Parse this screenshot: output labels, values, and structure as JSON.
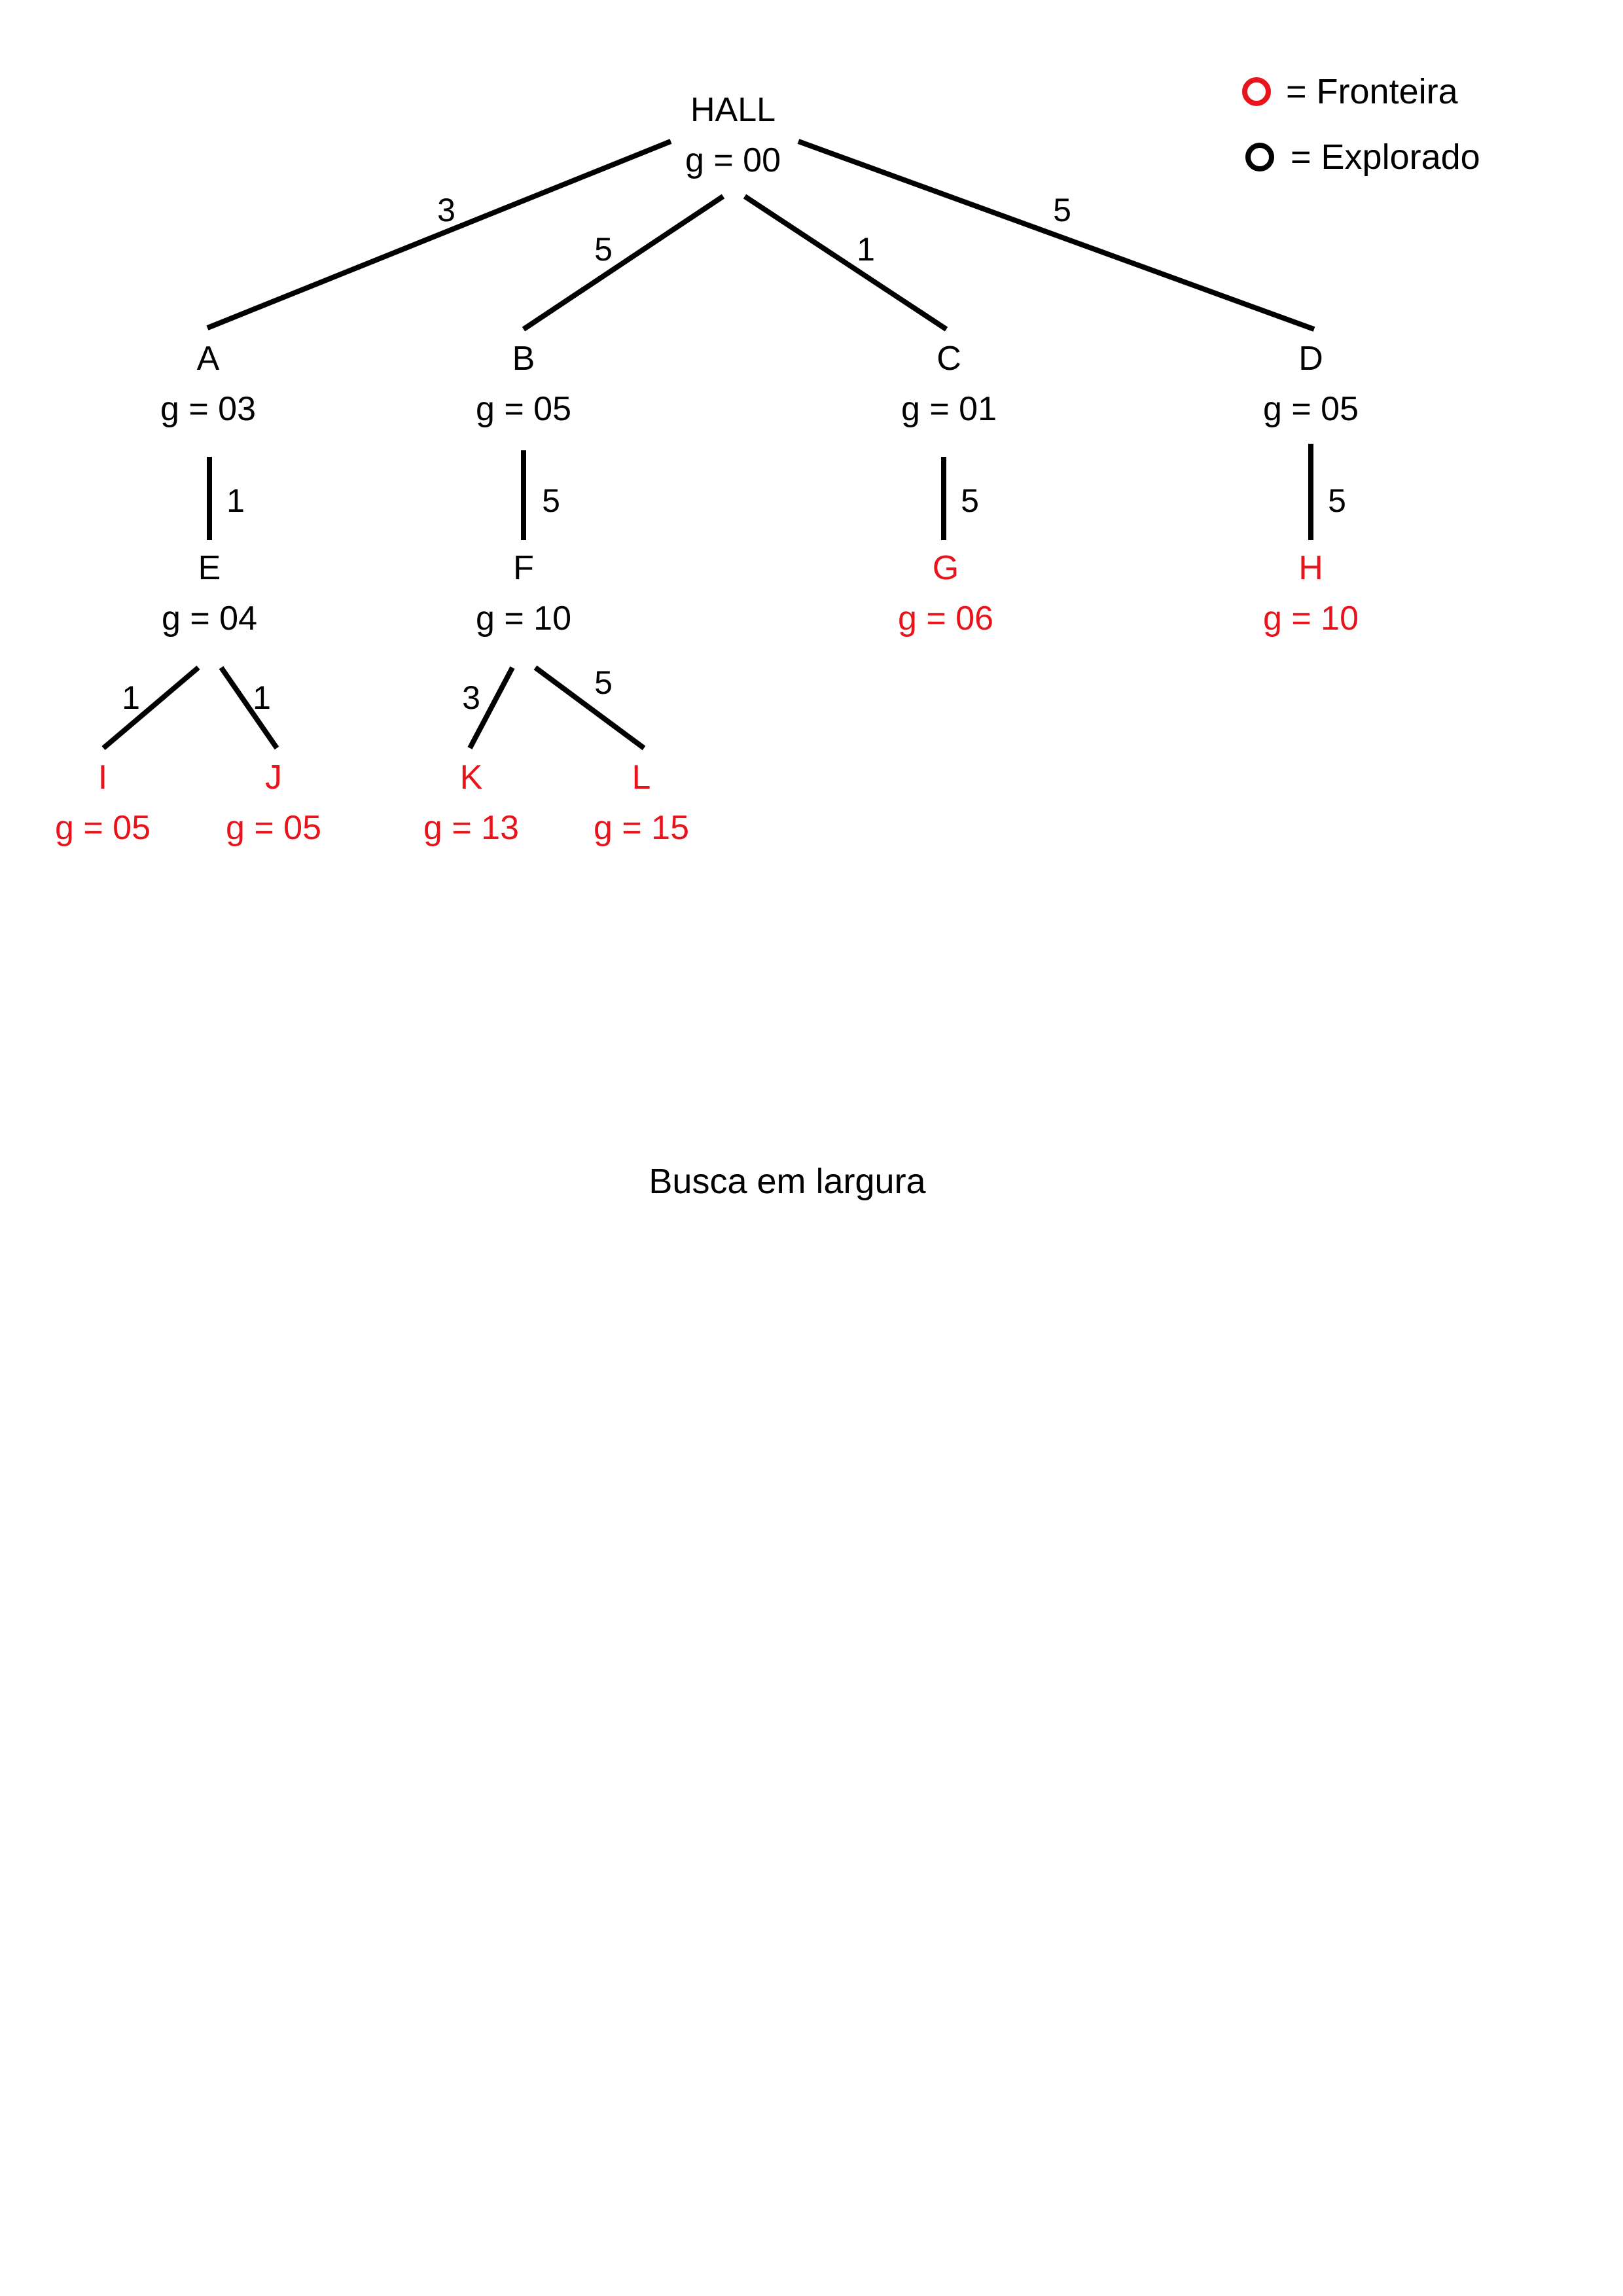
{
  "colors": {
    "frontier": "#e8141c",
    "explored": "#000000"
  },
  "legend": {
    "frontier_label": "= Fronteira",
    "explored_label": "= Explorado"
  },
  "caption": "Busca em largura",
  "nodes": [
    {
      "id": "hall",
      "name": "HALL",
      "g": "g = 00",
      "state": "explored"
    },
    {
      "id": "a",
      "name": "A",
      "g": "g = 03",
      "state": "explored"
    },
    {
      "id": "b",
      "name": "B",
      "g": "g = 05",
      "state": "explored"
    },
    {
      "id": "c",
      "name": "C",
      "g": "g = 01",
      "state": "explored"
    },
    {
      "id": "d",
      "name": "D",
      "g": "g = 05",
      "state": "explored"
    },
    {
      "id": "e",
      "name": "E",
      "g": "g = 04",
      "state": "explored"
    },
    {
      "id": "f",
      "name": "F",
      "g": "g = 10",
      "state": "explored"
    },
    {
      "id": "g",
      "name": "G",
      "g": "g = 06",
      "state": "frontier"
    },
    {
      "id": "h",
      "name": "H",
      "g": "g = 10",
      "state": "frontier"
    },
    {
      "id": "i",
      "name": "I",
      "g": "g = 05",
      "state": "frontier"
    },
    {
      "id": "j",
      "name": "J",
      "g": "g = 05",
      "state": "frontier"
    },
    {
      "id": "k",
      "name": "K",
      "g": "g = 13",
      "state": "frontier"
    },
    {
      "id": "l",
      "name": "L",
      "g": "g = 15",
      "state": "frontier"
    }
  ],
  "edges": [
    {
      "from": "hall",
      "to": "a",
      "cost": "3"
    },
    {
      "from": "hall",
      "to": "b",
      "cost": "5"
    },
    {
      "from": "hall",
      "to": "c",
      "cost": "1"
    },
    {
      "from": "hall",
      "to": "d",
      "cost": "5"
    },
    {
      "from": "a",
      "to": "e",
      "cost": "1"
    },
    {
      "from": "b",
      "to": "f",
      "cost": "5"
    },
    {
      "from": "c",
      "to": "g",
      "cost": "5"
    },
    {
      "from": "d",
      "to": "h",
      "cost": "5"
    },
    {
      "from": "e",
      "to": "i",
      "cost": "1"
    },
    {
      "from": "e",
      "to": "j",
      "cost": "1"
    },
    {
      "from": "f",
      "to": "k",
      "cost": "3"
    },
    {
      "from": "f",
      "to": "l",
      "cost": "5"
    }
  ]
}
